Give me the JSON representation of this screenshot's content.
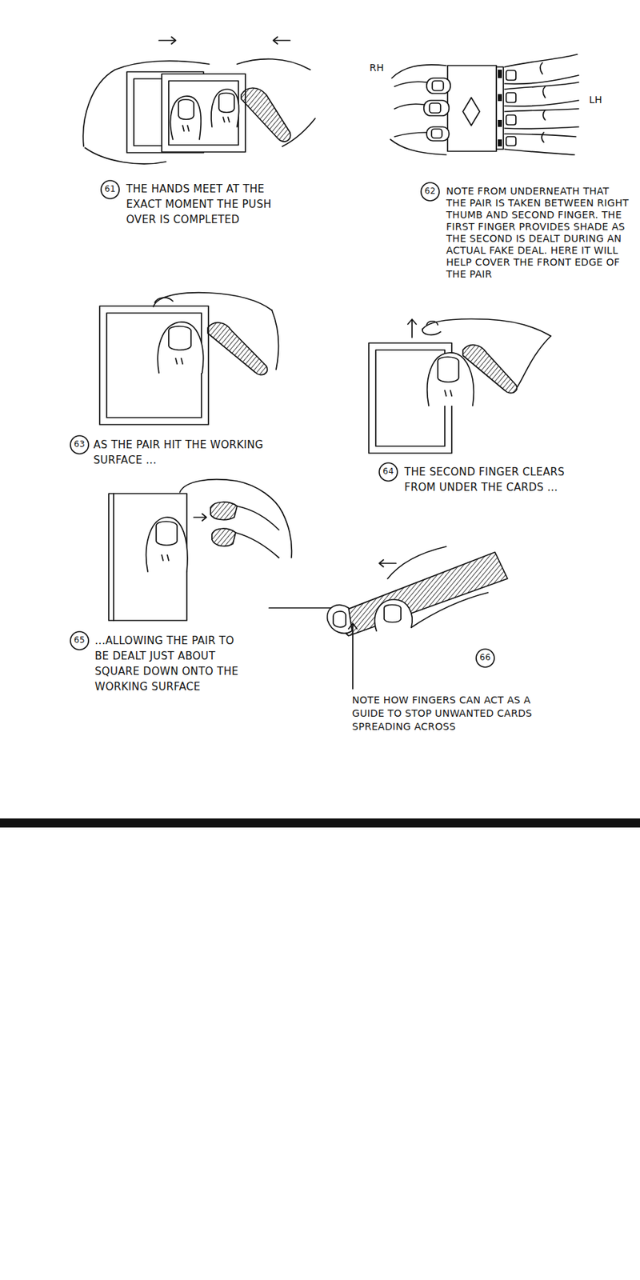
{
  "diagram": {
    "labels": [
      "61",
      "THE HANDS MEET AT THE EXACT MOMENT THE PUSH OVER IS COMPLETED",
      "RH",
      "LH",
      "62",
      "NOTE FROM UNDERNEATH THAT THE PAIR IS TAKEN BETWEEN RIGHT THUMB AND SECOND FINGER. THE FIRST FINGER PROVIDES SHADE AS THE SECOND IS DEALT DURING AN ACTUAL FAKE DEAL. HERE IT WILL HELP COVER THE FRONT EDGE OF THE PAIR",
      "63",
      "AS THE PAIR HIT THE WORKING SURFACE ...",
      "64",
      "THE SECOND FINGER CLEARS FROM UNDER THE CARDS ...",
      "65",
      "...ALLOWING THE PAIR TO BE DEALT JUST ABOUT SQUARE DOWN ONTO THE WORKING SURFACE",
      "66",
      "NOTE HOW FINGERS CAN ACT AS A GUIDE TO STOP UNWANTED CARDS SPREADING ACROSS"
    ]
  }
}
